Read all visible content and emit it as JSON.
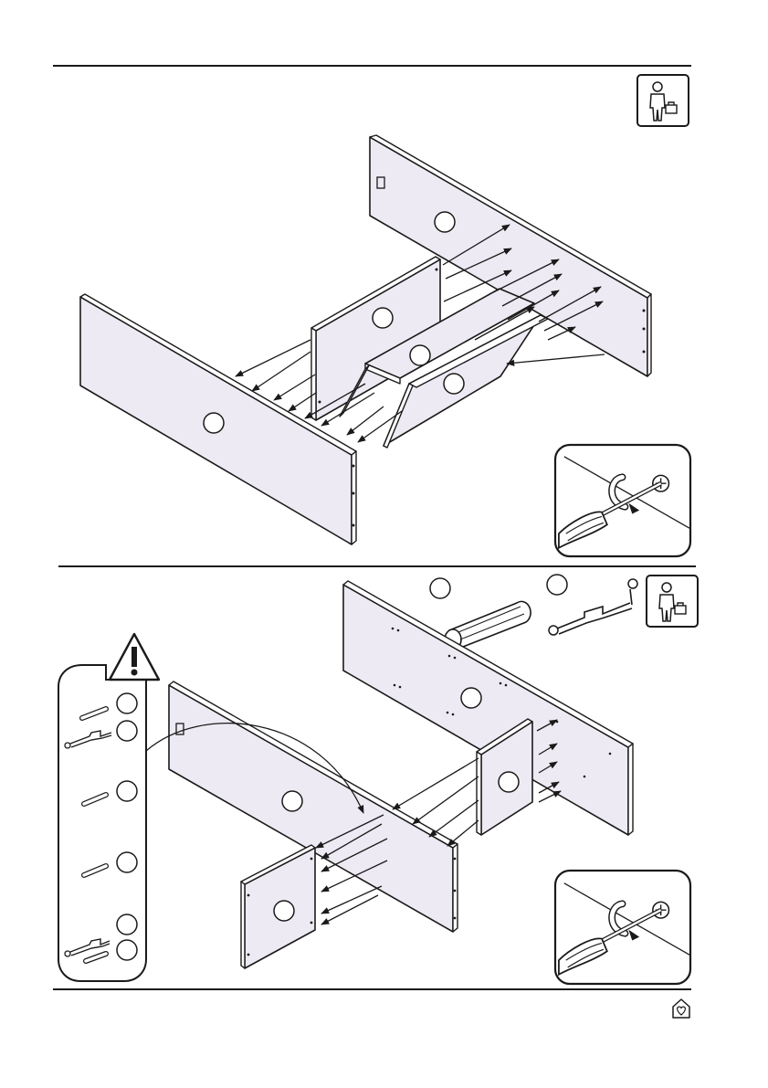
{
  "colors": {
    "panel_fill": "#eeeaf3",
    "line": "#1a1a1a",
    "background": "#ffffff"
  },
  "step1": {
    "person_icon": "single-person-assembly-icon",
    "detail_icon": "screwdriver-detail-icon",
    "parts": [
      "side-panel-left",
      "back-panel",
      "divider-panel",
      "shelf-upper",
      "shelf-lower"
    ]
  },
  "step2": {
    "person_icon": "single-person-assembly-icon",
    "warning_icon": "warning-triangle-icon",
    "hardware": [
      "wooden-dowel-icon",
      "cam-bolt-icon"
    ],
    "parts": [
      "top-panel",
      "bottom-panel",
      "side-panel-right",
      "end-panel-left"
    ],
    "detail_icon": "screwdriver-detail-icon"
  },
  "footer": {
    "logo_icon": "home-heart-logo-icon"
  }
}
